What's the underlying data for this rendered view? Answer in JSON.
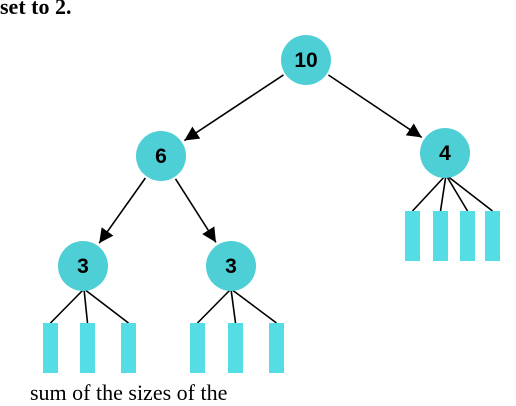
{
  "header": {
    "text": "set to 2."
  },
  "footer": {
    "text": "sum of the sizes of the"
  },
  "colors": {
    "node_fill": "#4ecfd6",
    "leaf_fill": "#55dde6",
    "edge": "#000000"
  },
  "tree": {
    "nodes": [
      {
        "id": "root",
        "label": "10",
        "parent": null
      },
      {
        "id": "left",
        "label": "6",
        "parent": "root"
      },
      {
        "id": "right",
        "label": "4",
        "parent": "root"
      },
      {
        "id": "left-left",
        "label": "3",
        "parent": "left"
      },
      {
        "id": "left-right",
        "label": "3",
        "parent": "left"
      }
    ],
    "leaf_groups": [
      {
        "parent": "right",
        "count": 4
      },
      {
        "parent": "left-left",
        "count": 3
      },
      {
        "parent": "left-right",
        "count": 3
      }
    ]
  }
}
